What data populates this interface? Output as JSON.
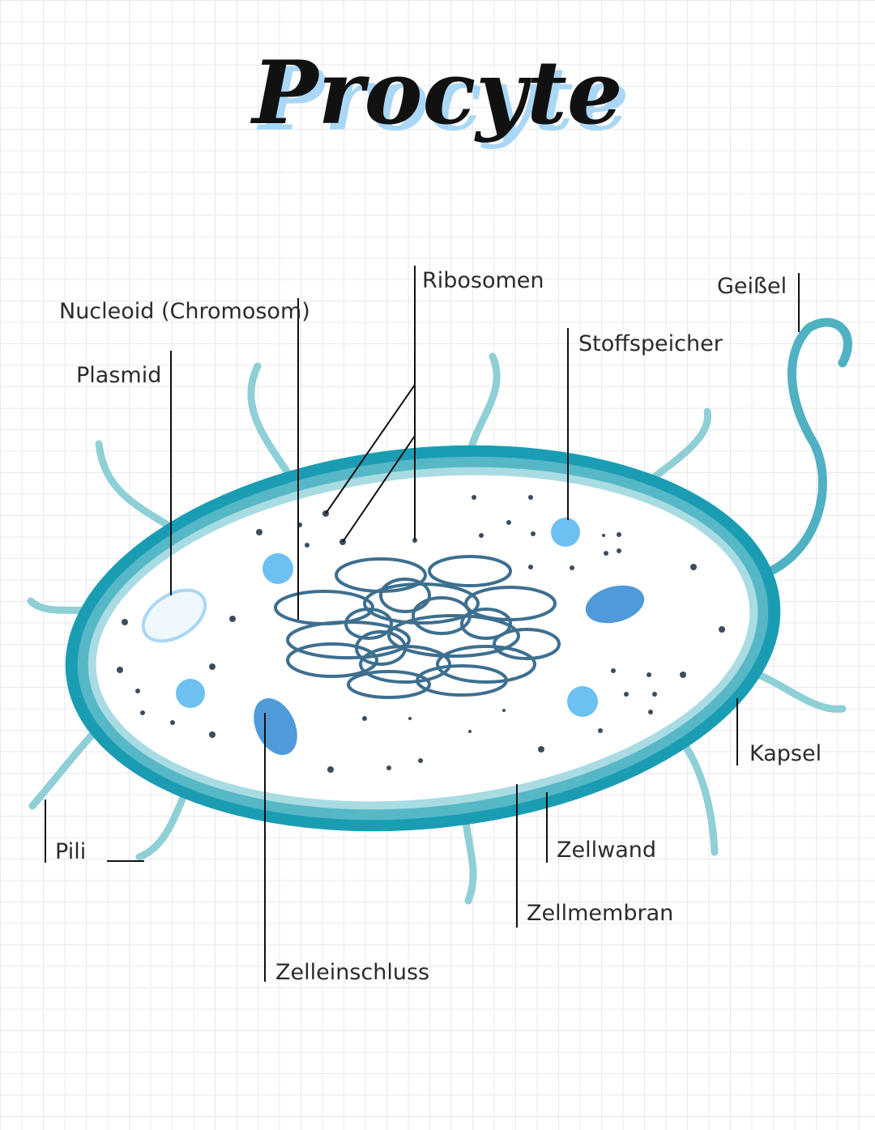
{
  "title": "Procyte",
  "labels": {
    "ribosomen": "Ribosomen",
    "geissel": "Geißel",
    "nucleoid": "Nucleoid (Chromosom)",
    "stoffspeicher": "Stoffspeicher",
    "plasmid": "Plasmid",
    "kapsel": "Kapsel",
    "pili": "Pili",
    "zellwand": "Zellwand",
    "zellmembran": "Zellmembran",
    "zelleinschluss": "Zelleinschluss"
  },
  "colors": {
    "capsule": "#1a9db3",
    "cell_wall": "#56b7c6",
    "membrane": "#a9dbe3",
    "pili": "#8fcfd6",
    "flagellum": "#4fb1c2",
    "nucleoid": "#3d6f8f",
    "storage": "#6cc0f2",
    "inclusion": "#4f9ad8",
    "ribosome": "#3a4d5e",
    "title": "#111111",
    "title_shadow": "#a9d7f5"
  }
}
